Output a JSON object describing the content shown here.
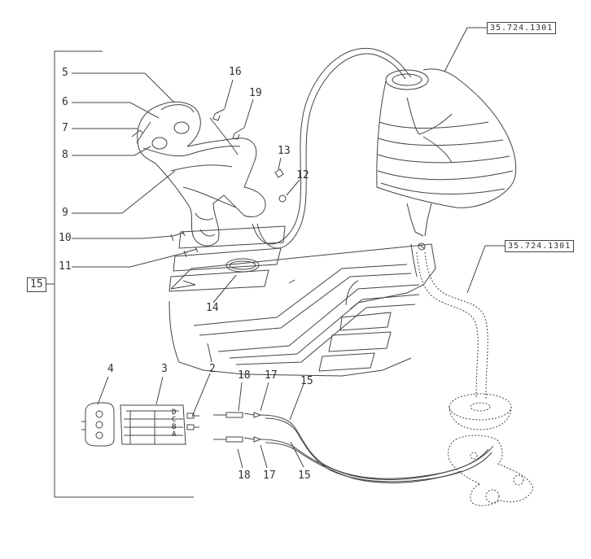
{
  "references": {
    "top": "35.724.1301",
    "right": "35.724.1301"
  },
  "group_label": "15",
  "callouts": {
    "c5": "5",
    "c6": "6",
    "c7": "7",
    "c8": "8",
    "c9": "9",
    "c10": "10",
    "c11": "11",
    "c16": "16",
    "c19": "19",
    "c13": "13",
    "c12": "12",
    "c14": "14",
    "c4": "4",
    "c3": "3",
    "c2": "2",
    "c18a": "18",
    "c17a": "17",
    "c15a": "15",
    "c18b": "18",
    "c17b": "17",
    "c15b": "15"
  },
  "connector_pins": [
    "D",
    "C",
    "B",
    "A"
  ],
  "colors": {
    "line": "#444444",
    "text": "#333333",
    "background": "#ffffff"
  }
}
